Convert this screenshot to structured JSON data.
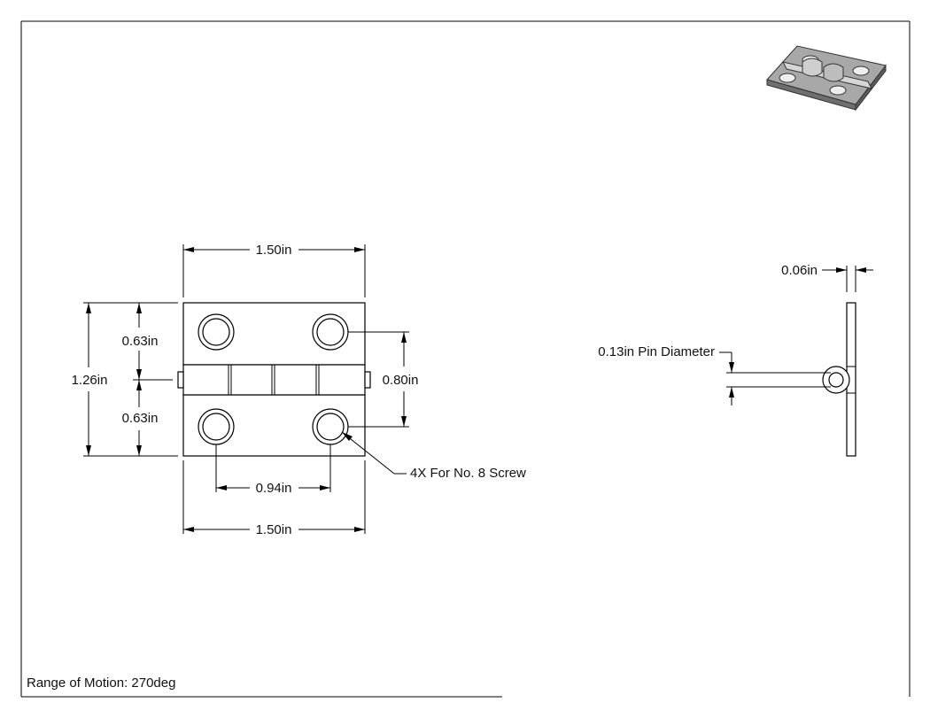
{
  "dimensions": {
    "top_width": "1.50in",
    "bottom_width": "1.50in",
    "overall_height": "1.26in",
    "upper_leaf": "0.63in",
    "lower_leaf": "0.63in",
    "hole_vertical_spacing": "0.80in",
    "hole_horizontal_spacing": "0.94in",
    "thickness": "0.06in"
  },
  "notes": {
    "screw_callout": "4X For No. 8 Screw",
    "pin_diameter": "0.13in Pin Diameter",
    "range_of_motion": "Range of Motion: 270deg"
  },
  "colors": {
    "line": "#000000",
    "background": "#ffffff",
    "iso_metal": "#9a9a9a"
  }
}
